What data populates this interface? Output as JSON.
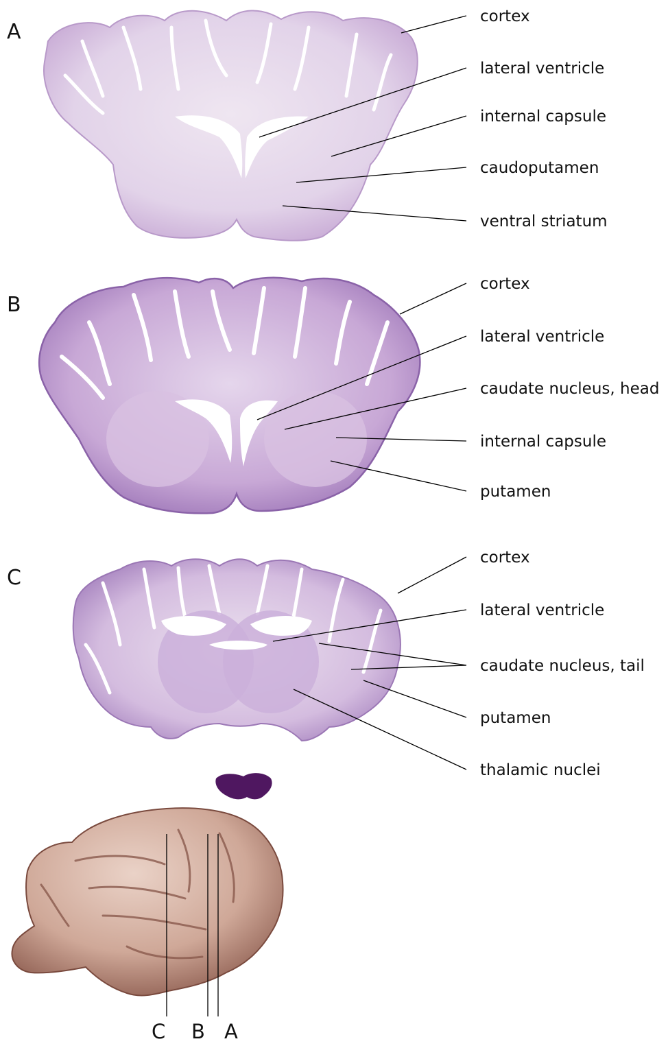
{
  "panels": [
    {
      "id": "A",
      "labels": [
        "cortex",
        "lateral ventricle",
        "internal capsule",
        "caudoputamen",
        "ventral striatum"
      ]
    },
    {
      "id": "B",
      "labels": [
        "cortex",
        "lateral ventricle",
        "caudate nucleus, head",
        "internal capsule",
        "putamen"
      ]
    },
    {
      "id": "C",
      "labels": [
        "cortex",
        "lateral ventricle",
        "caudate nucleus, tail",
        "putamen",
        "thalamic nuclei"
      ]
    }
  ],
  "brain_section_letters": [
    "C",
    "B",
    "A"
  ],
  "colors": {
    "stain_light": "#e3d5ea",
    "stain_mid": "#c9acd6",
    "stain_dark": "#a47cbc",
    "white_matter": "#f1ebf3",
    "ventricle": "#ffffff",
    "brain_surface": "#d9b8a8",
    "brain_shadow": "#a9786a",
    "line": "#000000"
  }
}
